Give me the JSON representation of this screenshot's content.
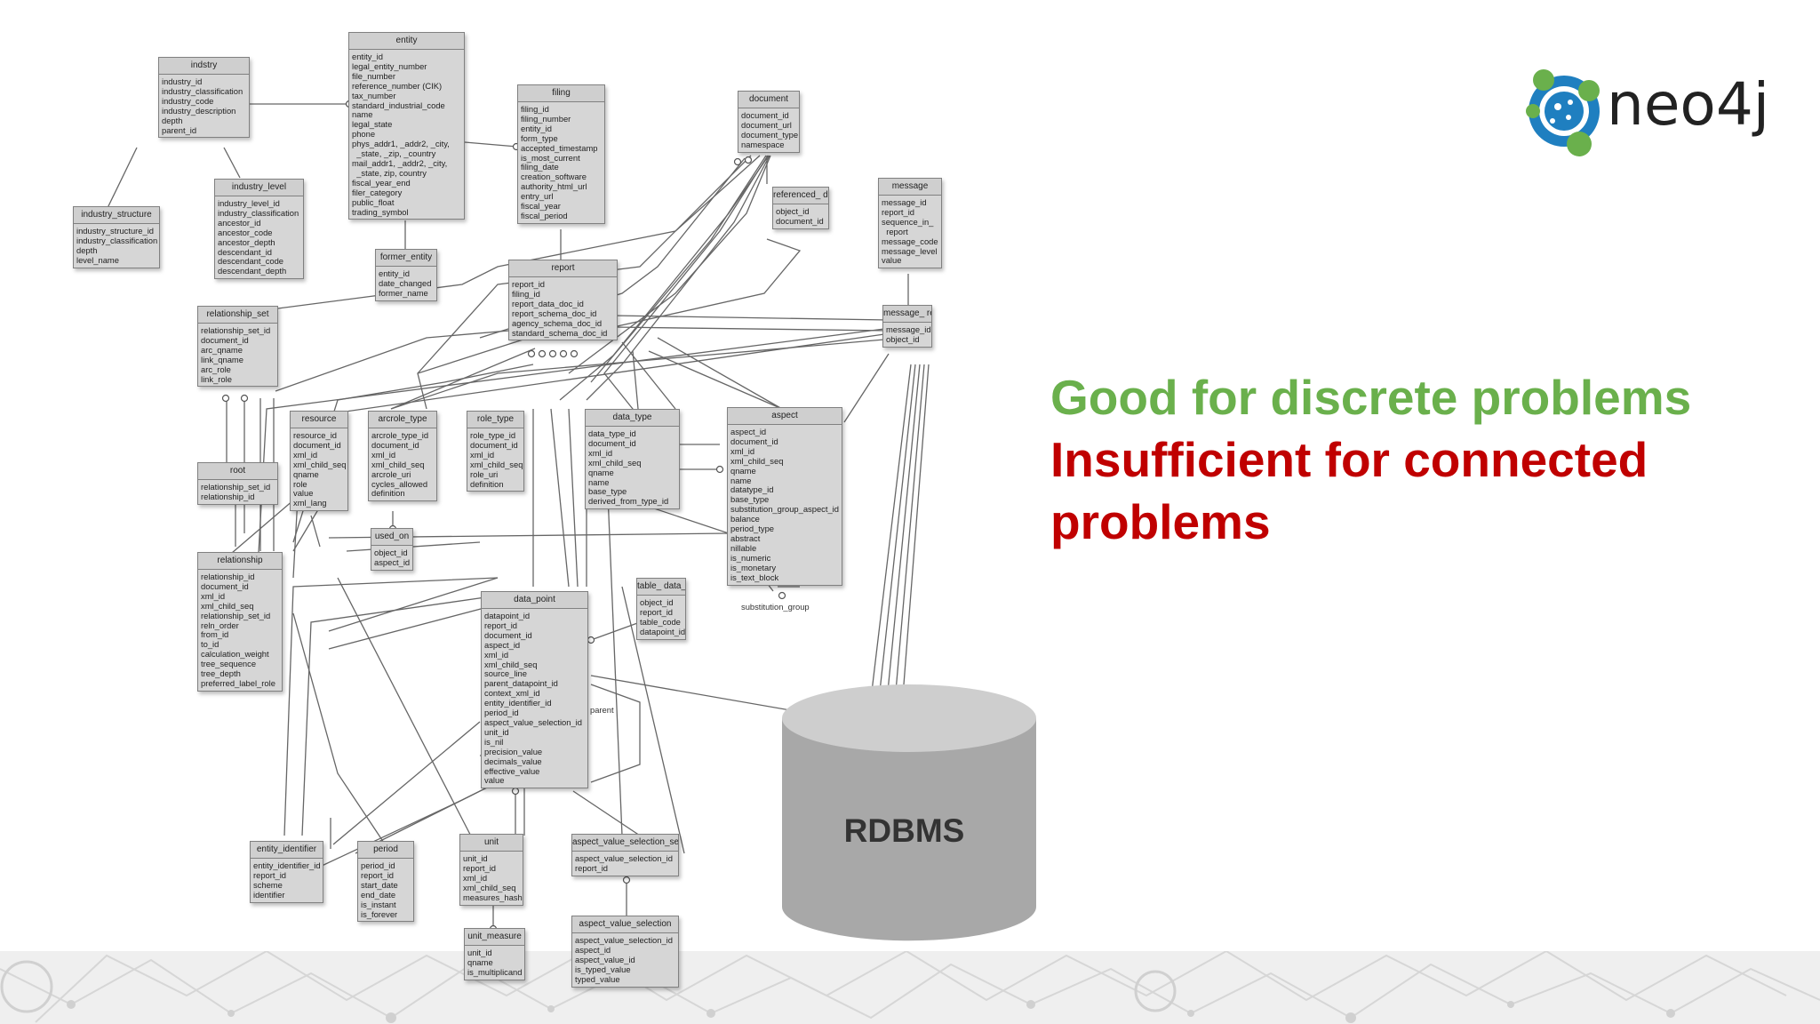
{
  "headline": {
    "good": "Good for discrete problems",
    "bad_line1": "Insufficient for connected",
    "bad_line2": "problems",
    "good_color": "#6ab04c",
    "bad_color": "#c00000"
  },
  "logo": {
    "text": "neo4j"
  },
  "database": {
    "label": "RDBMS"
  },
  "edge_labels": {
    "parent": "parent",
    "substitution_group": "substitution_group"
  },
  "tables": [
    {
      "key": "industry",
      "title": "indstry",
      "fields": [
        "industry_id",
        "industry_classification",
        "industry_code",
        "industry_description",
        "depth",
        "parent_id"
      ]
    },
    {
      "key": "entity",
      "title": "entity",
      "fields": [
        "entity_id",
        "legal_entity_number",
        "file_number",
        "reference_number (CIK)",
        "tax_number",
        "standard_industrial_code",
        "name",
        "legal_state",
        "phone",
        "phys_addr1, _addr2, _city,",
        "  _state, _zip, _country",
        "mail_addr1, _addr2, _city,",
        "  _state, zip, country",
        "fiscal_year_end",
        "filer_category",
        "public_float",
        "trading_symbol"
      ]
    },
    {
      "key": "filing",
      "title": "filing",
      "fields": [
        "filing_id",
        "filing_number",
        "entity_id",
        "form_type",
        "accepted_timestamp",
        "is_most_current",
        "filing_date",
        "creation_software",
        "authority_html_url",
        "entry_url",
        "fiscal_year",
        "fiscal_period"
      ]
    },
    {
      "key": "document",
      "title": "document",
      "fields": [
        "document_id",
        "document_url",
        "document_type",
        "namespace"
      ]
    },
    {
      "key": "referenced_documents",
      "title": "referenced_ documents",
      "fields": [
        "object_id",
        "document_id"
      ]
    },
    {
      "key": "message",
      "title": "message",
      "fields": [
        "message_id",
        "report_id",
        "sequence_in_",
        "  report",
        "message_code",
        "message_level",
        "value"
      ]
    },
    {
      "key": "industry_structure",
      "title": "industry_structure",
      "fields": [
        "industry_structure_id",
        "industry_classification",
        "depth",
        "level_name"
      ]
    },
    {
      "key": "industry_level",
      "title": "industry_level",
      "fields": [
        "industry_level_id",
        "industry_classification",
        "ancestor_id",
        "ancestor_code",
        "ancestor_depth",
        "descendant_id",
        "descendant_code",
        "descendant_depth"
      ]
    },
    {
      "key": "former_entity",
      "title": "former_entity",
      "fields": [
        "entity_id",
        "date_changed",
        "former_name"
      ]
    },
    {
      "key": "report",
      "title": "report",
      "fields": [
        "report_id",
        "filing_id",
        "report_data_doc_id",
        "report_schema_doc_id",
        "agency_schema_doc_id",
        "standard_schema_doc_id"
      ]
    },
    {
      "key": "message_reference",
      "title": "message_ reference",
      "fields": [
        "message_id",
        "object_id"
      ]
    },
    {
      "key": "relationship_set",
      "title": "relationship_set",
      "fields": [
        "relationship_set_id",
        "document_id",
        "arc_qname",
        "link_qname",
        "arc_role",
        "link_role"
      ]
    },
    {
      "key": "resource",
      "title": "resource",
      "fields": [
        "resource_id",
        "document_id",
        "xml_id",
        "xml_child_seq",
        "qname",
        "role",
        "value",
        "xml_lang"
      ]
    },
    {
      "key": "arcrole_type",
      "title": "arcrole_type",
      "fields": [
        "arcrole_type_id",
        "document_id",
        "xml_id",
        "xml_child_seq",
        "arcrole_uri",
        "cycles_allowed",
        "definition"
      ]
    },
    {
      "key": "role_type",
      "title": "role_type",
      "fields": [
        "role_type_id",
        "document_id",
        "xml_id",
        "xml_child_seq",
        "role_uri",
        "definition"
      ]
    },
    {
      "key": "data_type",
      "title": "data_type",
      "fields": [
        "data_type_id",
        "document_id",
        "xml_id",
        "xml_child_seq",
        "qname",
        "name",
        "base_type",
        "derived_from_type_id"
      ]
    },
    {
      "key": "aspect",
      "title": "aspect",
      "fields": [
        "aspect_id",
        "document_id",
        "xml_id",
        "xml_child_seq",
        "qname",
        "name",
        "datatype_id",
        "base_type",
        "substitution_group_aspect_id",
        "balance",
        "period_type",
        "abstract",
        "nillable",
        "is_numeric",
        "is_monetary",
        "is_text_block"
      ]
    },
    {
      "key": "root",
      "title": "root",
      "fields": [
        "relationship_set_id",
        "relationship_id"
      ]
    },
    {
      "key": "used_on",
      "title": "used_on",
      "fields": [
        "object_id",
        "aspect_id"
      ]
    },
    {
      "key": "relationship",
      "title": "relationship",
      "fields": [
        "relationship_id",
        "document_id",
        "xml_id",
        "xml_child_seq",
        "relationship_set_id",
        "reln_order",
        "from_id",
        "to_id",
        "calculation_weight",
        "tree_sequence",
        "tree_depth",
        "preferred_label_role"
      ]
    },
    {
      "key": "data_point",
      "title": "data_point",
      "fields": [
        "datapoint_id",
        "report_id",
        "document_id",
        "aspect_id",
        "xml_id",
        "xml_child_seq",
        "source_line",
        "parent_datapoint_id",
        "context_xml_id",
        "entity_identifier_id",
        "period_id",
        "aspect_value_selection_id",
        "unit_id",
        "is_nil",
        "precision_value",
        "decimals_value",
        "effective_value",
        "value"
      ]
    },
    {
      "key": "table_data_points",
      "title": "table_ data_points",
      "fields": [
        "object_id",
        "report_id",
        "table_code",
        "datapoint_id"
      ]
    },
    {
      "key": "entity_identifier",
      "title": "entity_identifier",
      "fields": [
        "entity_identifier_id",
        "report_id",
        "scheme",
        "identifier"
      ]
    },
    {
      "key": "period",
      "title": "period",
      "fields": [
        "period_id",
        "report_id",
        "start_date",
        "end_date",
        "is_instant",
        "is_forever"
      ]
    },
    {
      "key": "unit",
      "title": "unit",
      "fields": [
        "unit_id",
        "report_id",
        "xml_id",
        "xml_child_seq",
        "measures_hash"
      ]
    },
    {
      "key": "aspect_value_selection_set",
      "title": "aspect_value_selection_set",
      "fields": [
        "aspect_value_selection_id",
        "report_id"
      ]
    },
    {
      "key": "unit_measure",
      "title": "unit_measure",
      "fields": [
        "unit_id",
        "qname",
        "is_multiplicand"
      ]
    },
    {
      "key": "aspect_value_selection",
      "title": "aspect_value_selection",
      "fields": [
        "aspect_value_selection_id",
        "aspect_id",
        "aspect_value_id",
        "is_typed_value",
        "typed_value"
      ]
    }
  ]
}
